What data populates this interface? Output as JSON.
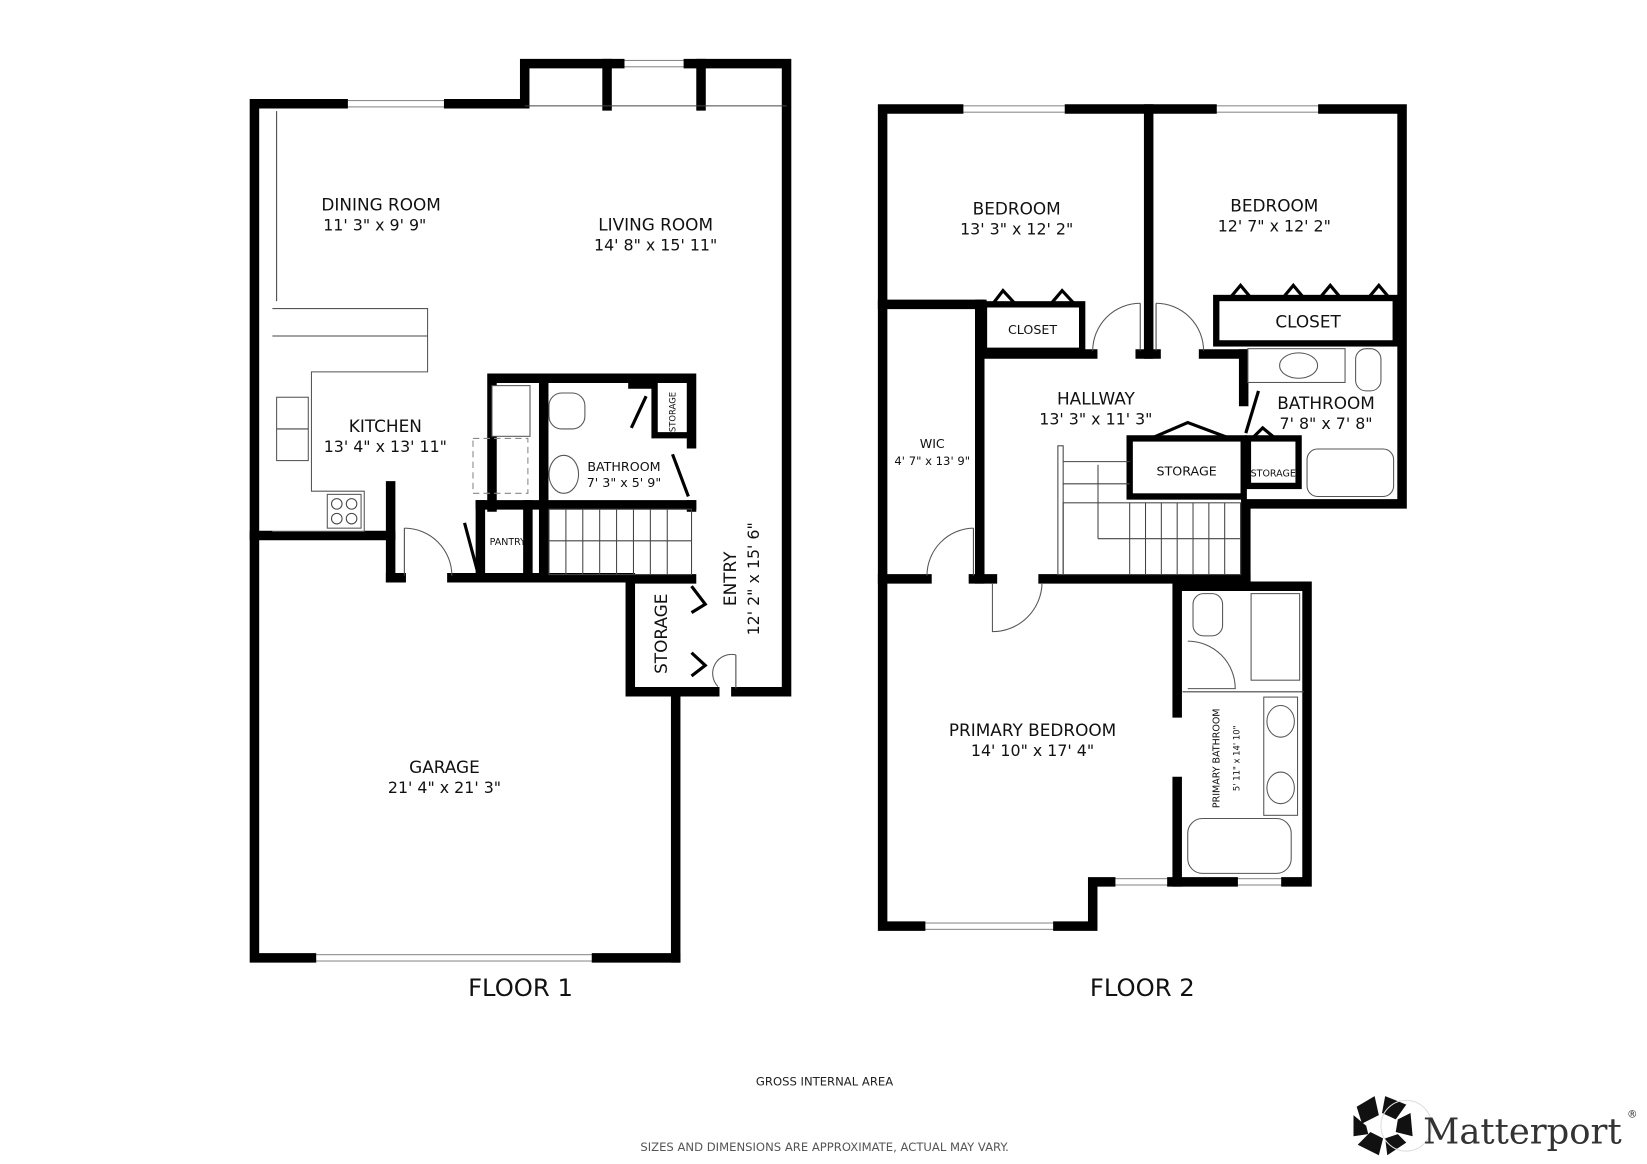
{
  "floor1": {
    "label": "FLOOR 1",
    "rooms": [
      {
        "name": "DINING ROOM",
        "dims": "11' 3\" x 9' 9\""
      },
      {
        "name": "LIVING ROOM",
        "dims": "14' 8\" x 15' 11\""
      },
      {
        "name": "KITCHEN",
        "dims": "13' 4\" x 13' 11\""
      },
      {
        "name": "BATHROOM",
        "dims": "7' 3\" x 5' 9\""
      },
      {
        "name": "STORAGE"
      },
      {
        "name": "PANTRY"
      },
      {
        "name": "ENTRY",
        "dims": "12' 2\" x 15' 6\""
      },
      {
        "name": "STORAGE"
      },
      {
        "name": "GARAGE",
        "dims": "21' 4\" x 21' 3\""
      }
    ]
  },
  "floor2": {
    "label": "FLOOR 2",
    "rooms": [
      {
        "name": "BEDROOM",
        "dims": "13' 3\" x 12' 2\""
      },
      {
        "name": "BEDROOM",
        "dims": "12' 7\" x 12' 2\""
      },
      {
        "name": "CLOSET"
      },
      {
        "name": "CLOSET"
      },
      {
        "name": "HALLWAY",
        "dims": "13' 3\" x 11' 3\""
      },
      {
        "name": "BATHROOM",
        "dims": "7' 8\" x 7' 8\""
      },
      {
        "name": "WIC",
        "dims": "4' 7\" x 13' 9\""
      },
      {
        "name": "STORAGE"
      },
      {
        "name": "STORAGE"
      },
      {
        "name": "PRIMARY BEDROOM",
        "dims": "14' 10\" x 17' 4\""
      },
      {
        "name": "PRIMARY BATHROOM",
        "dims": "5' 11\" x 14' 10\""
      }
    ]
  },
  "footer": {
    "area_label": "GROSS INTERNAL AREA",
    "disclaimer": "SIZES AND DIMENSIONS ARE APPROXIMATE, ACTUAL MAY VARY.",
    "brand": "Matterport",
    "brand_mark": "®"
  }
}
